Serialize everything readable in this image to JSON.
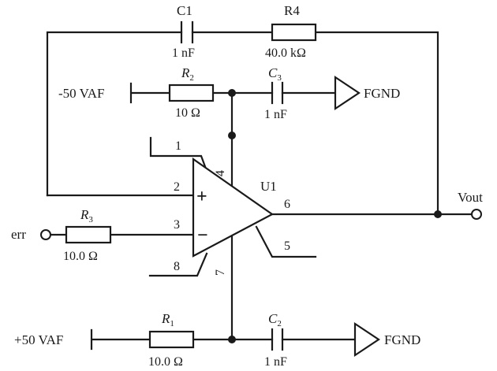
{
  "components": {
    "C1": {
      "name": "C1",
      "value": "1 nF"
    },
    "R4": {
      "name": "R4",
      "value": "40.0 kΩ"
    },
    "R2": {
      "name": "R",
      "sub": "2",
      "value": "10 Ω"
    },
    "C3": {
      "name": "C",
      "sub": "3",
      "value": "1 nF"
    },
    "R3": {
      "name": "R",
      "sub": "3",
      "value": "10.0 Ω"
    },
    "R1": {
      "name": "R",
      "sub": "1",
      "value": "10.0 Ω"
    },
    "C2": {
      "name": "C",
      "sub": "2",
      "value": "1 nF"
    },
    "U1": {
      "name": "U1"
    }
  },
  "opamp": {
    "plus": "+",
    "minus": "−"
  },
  "pins": {
    "p1": "1",
    "p2": "2",
    "p3": "3",
    "p4": "4",
    "p5": "5",
    "p6": "6",
    "p7": "7",
    "p8": "8"
  },
  "nets": {
    "neg_supply": "-50 VAF",
    "pos_supply": "+50 VAF",
    "fgnd_top": "FGND",
    "fgnd_bottom": "FGND",
    "err": "err",
    "vout": "Vout"
  }
}
